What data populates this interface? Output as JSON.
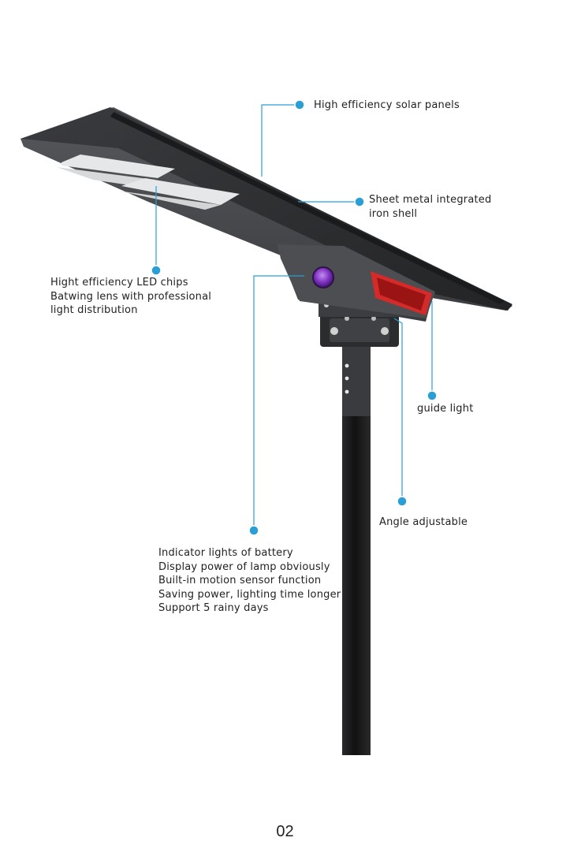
{
  "colors": {
    "leader_line": "#2a9fd6",
    "housing_dark": "#2f3032",
    "housing_mid": "#4a4c50",
    "pole": "#1c1c1e",
    "indicator": "#7b2fbe",
    "guide_light": "#d42a2a",
    "background": "#ffffff"
  },
  "callouts": {
    "solar_panels": {
      "lines": [
        "High efficiency solar panels"
      ]
    },
    "iron_shell": {
      "lines": [
        "Sheet metal integrated",
        "iron shell"
      ]
    },
    "led_chips": {
      "lines": [
        "Hight efficiency LED chips",
        "Batwing lens with professional",
        "light distribution"
      ]
    },
    "guide_light": {
      "lines": [
        "guide light"
      ]
    },
    "angle_adjustable": {
      "lines": [
        "Angle adjustable"
      ]
    },
    "battery_indicator": {
      "lines": [
        "Indicator lights of battery",
        "Display power of lamp obviously",
        "Built-in motion sensor function",
        "Saving power, lighting time longer",
        "Support 5 rainy days"
      ]
    }
  },
  "page_number": "02"
}
